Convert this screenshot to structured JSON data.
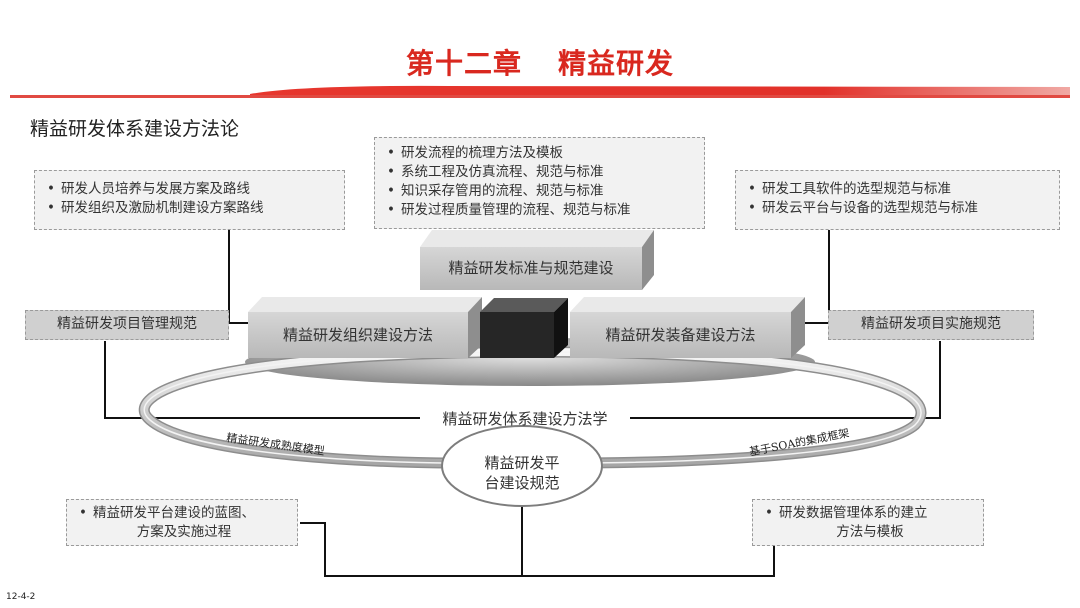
{
  "header": {
    "chapter": "第十二章",
    "topic": "精益研发",
    "subtitle": "精益研发体系建设方法论"
  },
  "boxes": {
    "top_center": [
      "研发流程的梳理方法及模板",
      "系统工程及仿真流程、规范与标准",
      "知识采存管用的流程、规范与标准",
      "研发过程质量管理的流程、规范与标准"
    ],
    "top_left": [
      "研发人员培养与发展方案及路线",
      "研发组织及激励机制建设方案路线"
    ],
    "top_right": [
      "研发工具软件的选型规范与标准",
      "研发云平台与设备的选型规范与标准"
    ],
    "bottom_left": {
      "line1": "精益研发平台建设的蓝图、",
      "line2": "方案及实施过程"
    },
    "bottom_right": {
      "line1": "研发数据管理体系的建立",
      "line2": "方法与模板"
    }
  },
  "labels": {
    "project_mgmt": "精益研发项目管理规范",
    "project_impl": "精益研发项目实施规范",
    "standards_block": "精益研发标准与规范建设",
    "org_block": "精益研发组织建设方法",
    "equip_block": "精益研发装备建设方法",
    "methodology": "精益研发体系建设方法学",
    "maturity": "精益研发成熟度模型",
    "soa": "基于SOA的集成框架",
    "platform_line1": "精益研发平",
    "platform_line2": "台建设规范"
  },
  "footer": {
    "code": "12-4-2"
  },
  "colors": {
    "accent": "#d9281f",
    "block": "#c8c8c8",
    "ring": "#bdbdbd"
  }
}
